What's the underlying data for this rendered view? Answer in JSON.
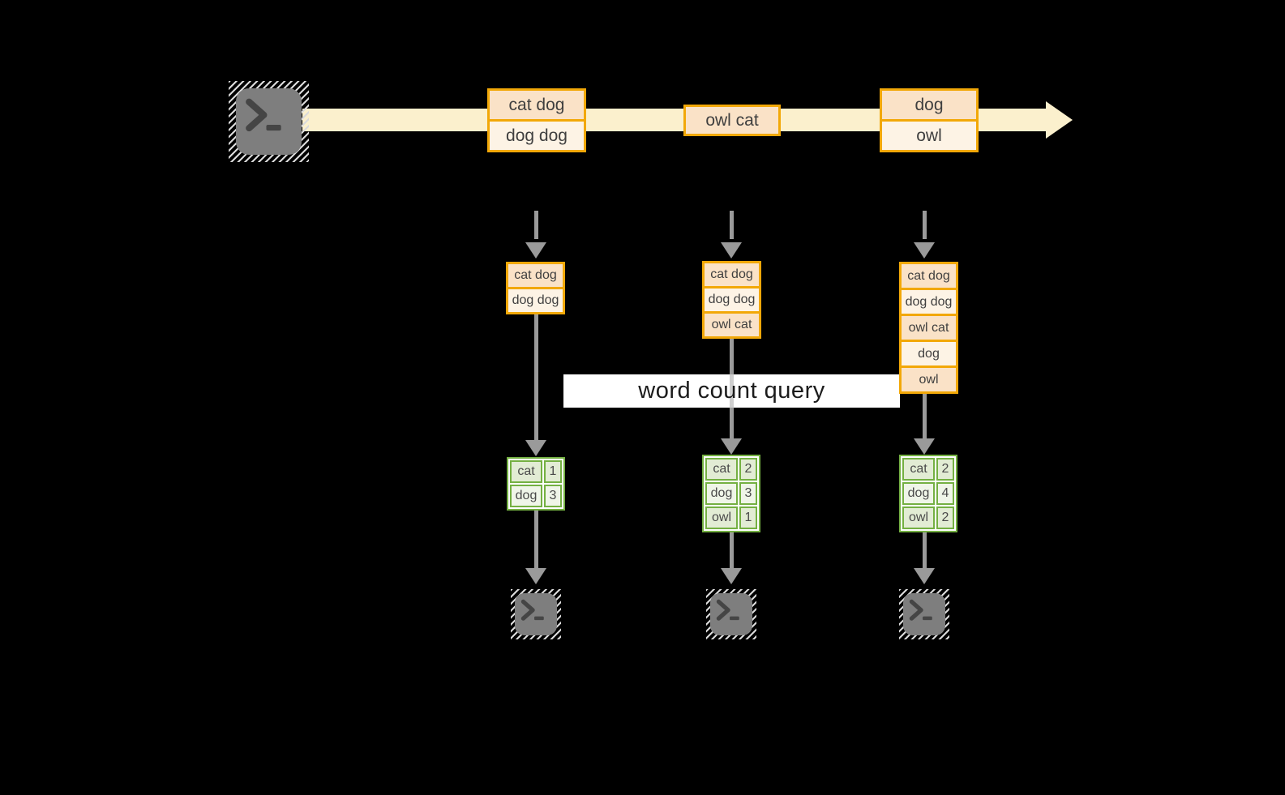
{
  "query_label": "word count query",
  "stream": {
    "batches": [
      {
        "rows": [
          "cat dog",
          "dog dog"
        ]
      },
      {
        "rows": [
          "owl cat"
        ]
      },
      {
        "rows": [
          "dog",
          "owl"
        ]
      }
    ]
  },
  "columns": [
    {
      "buffer": [
        "cat dog",
        "dog dog"
      ],
      "counts": [
        {
          "word": "cat",
          "count": "1"
        },
        {
          "word": "dog",
          "count": "3"
        }
      ]
    },
    {
      "buffer": [
        "cat dog",
        "dog dog",
        "owl cat"
      ],
      "counts": [
        {
          "word": "cat",
          "count": "2"
        },
        {
          "word": "dog",
          "count": "3"
        },
        {
          "word": "owl",
          "count": "1"
        }
      ]
    },
    {
      "buffer": [
        "cat dog",
        "dog dog",
        "owl cat",
        "dog",
        "owl"
      ],
      "counts": [
        {
          "word": "cat",
          "count": "2"
        },
        {
          "word": "dog",
          "count": "4"
        },
        {
          "word": "owl",
          "count": "2"
        }
      ]
    }
  ],
  "icons": {
    "source": "terminal-icon",
    "sinks": [
      "terminal-icon",
      "terminal-icon",
      "terminal-icon"
    ]
  },
  "colors": {
    "accent_orange": "#F2A808",
    "fill_peach": "#FAE2C7",
    "fill_cream": "#FDF3E5",
    "stream_band": "#FBF0CD",
    "accent_green": "#74B042",
    "green_fill": "#E2ECD4",
    "arrow_gray": "#9A9A9A",
    "background": "#000000"
  }
}
